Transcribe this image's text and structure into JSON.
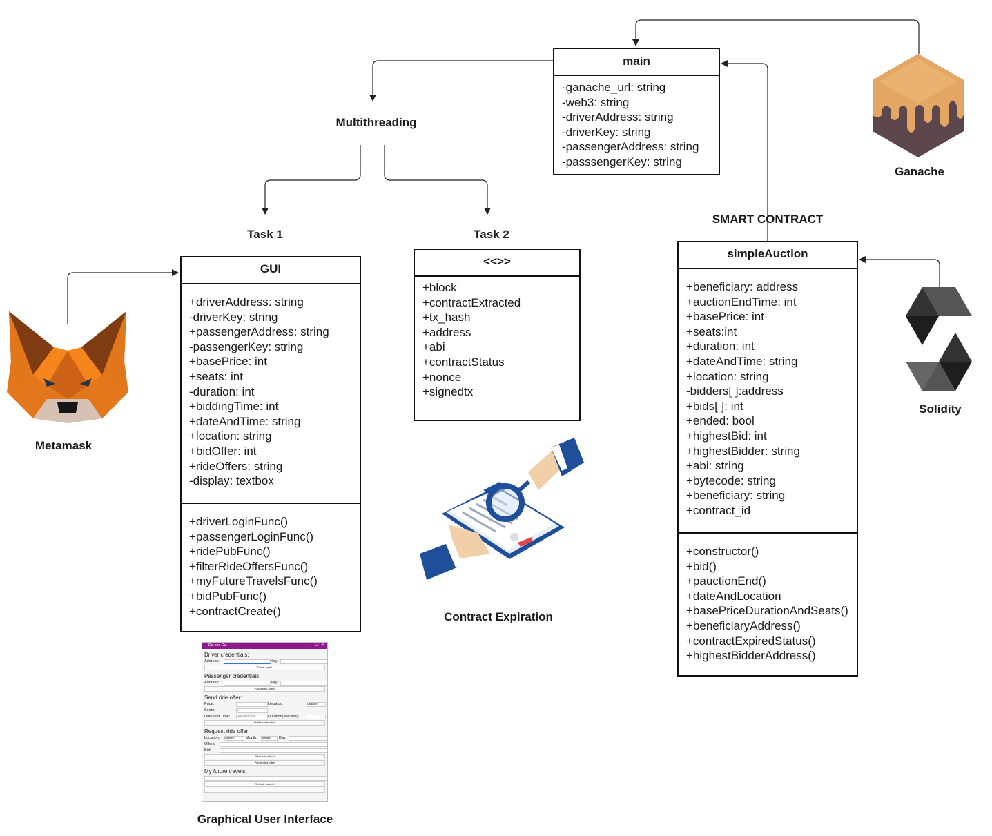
{
  "labels": {
    "multithreading": "Multithreading",
    "task1": "Task 1",
    "task2": "Task 2",
    "smart_contract": "SMART CONTRACT",
    "metamask": "Metamask",
    "ganache": "Ganache",
    "solidity": "Solidity",
    "contract_expiration": "Contract Expiration",
    "gui_caption": "Graphical User Interface"
  },
  "main_class": {
    "name": "main",
    "attributes": [
      "-ganache_url: string",
      "-web3: string",
      "-driverAddress: string",
      "-driverKey: string",
      "-passengerAddress: string",
      "-passsengerKey: string"
    ]
  },
  "gui_class": {
    "name": "GUI",
    "attributes": [
      "+driverAddress: string",
      "-driverKey: string",
      "+passengerAddress: string",
      "-passengerKey: string",
      "+basePrice: int",
      "+seats: int",
      "-duration: int",
      "+biddingTime: int",
      "+dateAndTime: string",
      "+location: string",
      "+bidOffer: int",
      "+rideOffers: string",
      "-display: textbox"
    ],
    "methods": [
      "+driverLoginFunc()",
      "+passengerLoginFunc()",
      "+ridePubFunc()",
      "+filterRideOffersFunc()",
      "+myFutureTravelsFunc()",
      "+bidPubFunc()",
      "+contractCreate()"
    ]
  },
  "task2_class": {
    "name": "<<>>",
    "attributes": [
      "+block",
      "+contractExtracted",
      "+tx_hash",
      "+address",
      "+abi",
      "+contractStatus",
      "+nonce",
      "+signedtx"
    ]
  },
  "auction_class": {
    "name": "simpleAuction",
    "attributes": [
      "+beneficiary: address",
      "+auctionEndTime: int",
      "+basePrice: int",
      "+seats:int",
      "+duration: int",
      "+dateAndTime: string",
      "+location: string",
      "-bidders[ ]:address",
      "+bids[ ]: int",
      "+ended: bool",
      "+highestBid: int",
      "+highestBidder: string",
      "+abi: string",
      "+bytecode: string",
      "+beneficiary: string",
      "+contract_id"
    ],
    "methods": [
      "+constructor()",
      "+bid()",
      "+pauctionEnd()",
      "+dateAndLocation",
      "+basePriceDurationAndSeats()",
      "+beneficiaryAddress()",
      "+contractExpiredStatus()",
      "+highestBidderAddress()"
    ]
  },
  "mini_gui": {
    "title": "Dst and Gui",
    "driver_section": "Driver credentials:",
    "address_label": "Address:",
    "key_label": "Key:",
    "driver_login": "Driver login!",
    "passenger_section": "Passenger credentials:",
    "passenger_login": "Passenger login!",
    "send_section": "Send ride offer:",
    "price_label": "Price:",
    "location_label": "Location:",
    "location_value": "Dankskin",
    "seats_label": "Seats:",
    "seats_value": "1",
    "datetime_label": "Date and Time:",
    "datetime_value": "16/06/2022 00:00",
    "duration_label": "Duration(Minutes):",
    "publish_offer": "Publish ride offer!",
    "request_section": "Request ride offer:",
    "month_label": "Month:",
    "month_value": "January",
    "day_label": "Day:",
    "offers_label": "Offers:",
    "bid_label": "Bid:",
    "filter_button": "Filter ride offers!",
    "publish_bid": "Publish bid offer!",
    "future_section": "My future travels:",
    "refresh_button": "Refresh travels!"
  },
  "colors": {
    "fox_orange": "#e2761b",
    "fox_dark": "#763d16",
    "ganache_top": "#e4a663",
    "ganache_bottom": "#5e464d",
    "solidity_dark": "#1e1e1e",
    "clipboard_blue": "#1f4e9a",
    "gui_titlebar": "#8e1a8e"
  },
  "icons": [
    "metamask-fox-icon",
    "ganache-logo-icon",
    "solidity-logo-icon",
    "contract-inspection-illustration"
  ]
}
